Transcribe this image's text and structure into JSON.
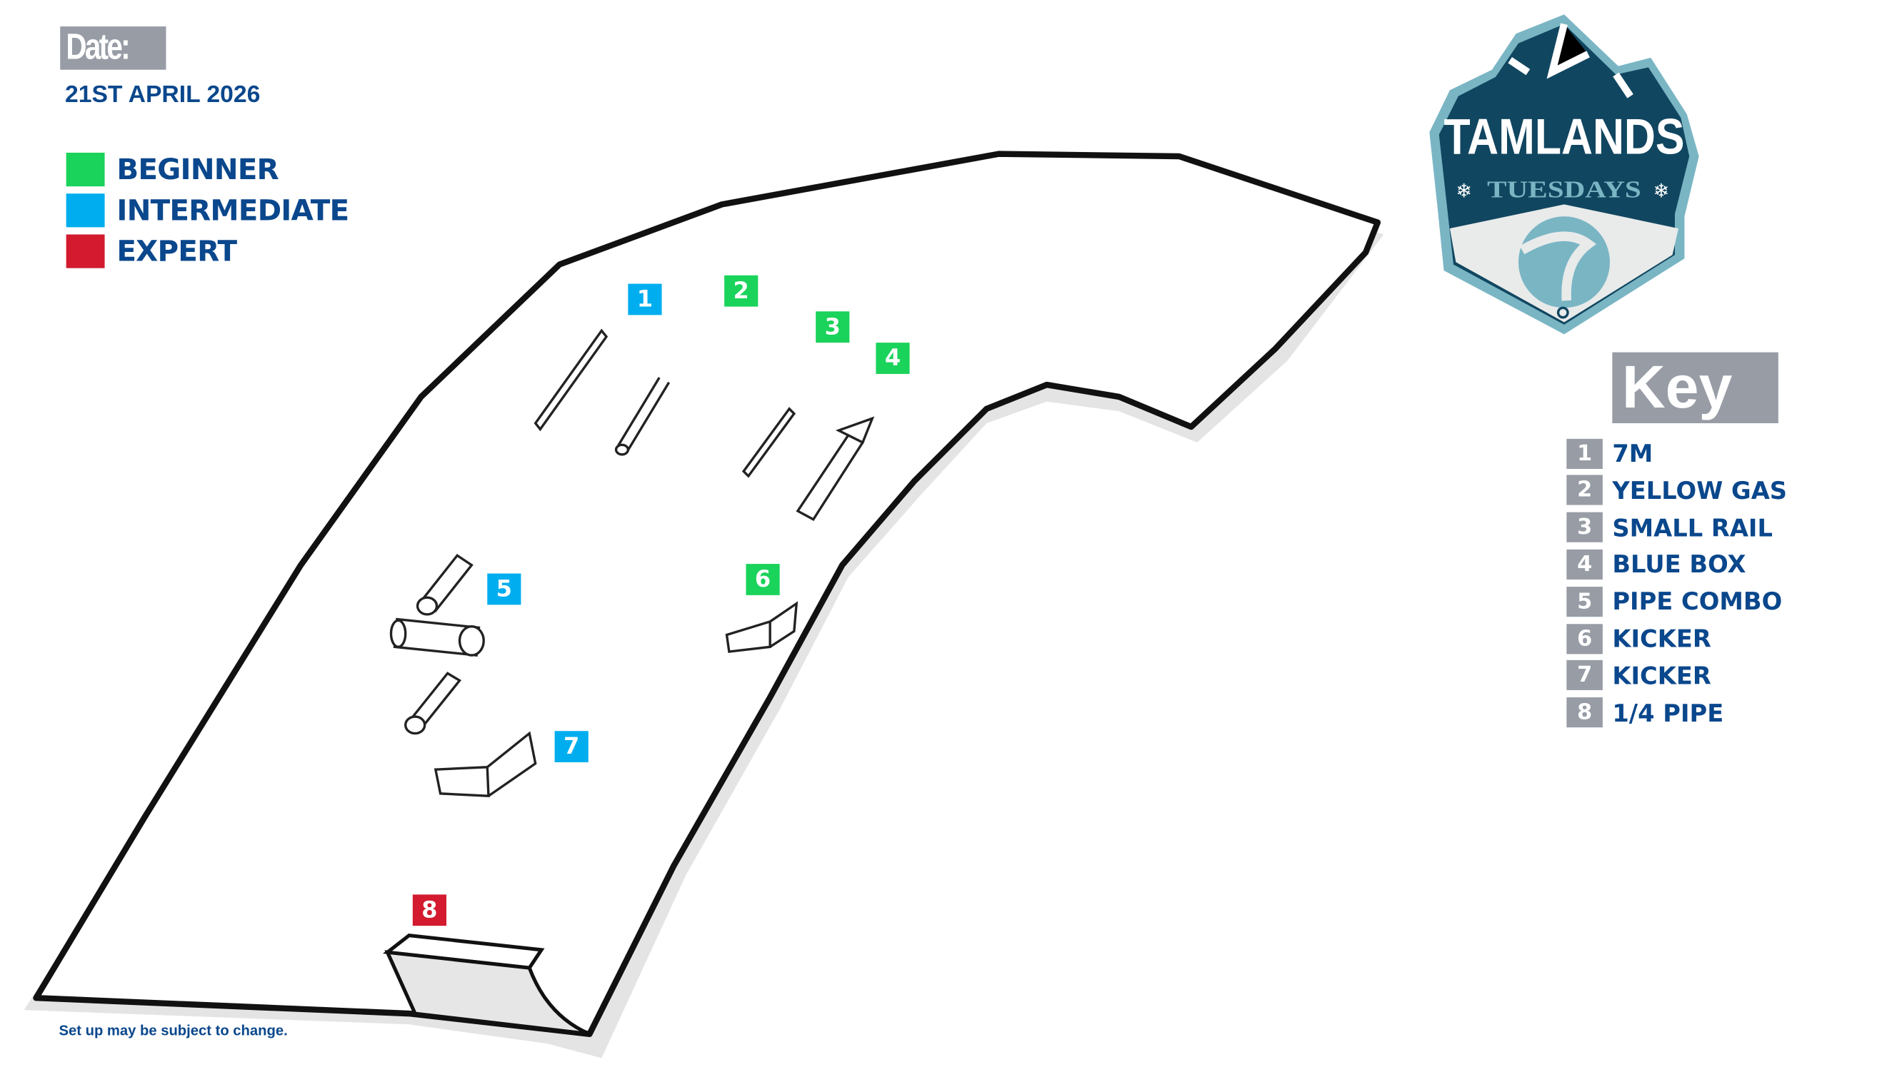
{
  "date": {
    "label": "Date:",
    "value": "21ST APRIL 2026"
  },
  "legend": [
    {
      "label": "BEGINNER",
      "color": "#1ad35a"
    },
    {
      "label": "INTERMEDIATE",
      "color": "#00aeef"
    },
    {
      "label": "EXPERT",
      "color": "#d31a2e"
    }
  ],
  "logo": {
    "title": "TAMLANDS",
    "subtitle": "TUESDAYS"
  },
  "key": {
    "title": "Key",
    "items": [
      {
        "num": "1",
        "label": "7M"
      },
      {
        "num": "2",
        "label": "YELLOW GAS"
      },
      {
        "num": "3",
        "label": "SMALL RAIL"
      },
      {
        "num": "4",
        "label": "BLUE BOX"
      },
      {
        "num": "5",
        "label": "PIPE COMBO"
      },
      {
        "num": "6",
        "label": "KICKER"
      },
      {
        "num": "7",
        "label": "KICKER"
      },
      {
        "num": "8",
        "label": "1/4 PIPE"
      }
    ]
  },
  "markers": [
    {
      "num": "1",
      "color": "#00aeef"
    },
    {
      "num": "2",
      "color": "#1ad35a"
    },
    {
      "num": "3",
      "color": "#1ad35a"
    },
    {
      "num": "4",
      "color": "#1ad35a"
    },
    {
      "num": "5",
      "color": "#00aeef"
    },
    {
      "num": "6",
      "color": "#1ad35a"
    },
    {
      "num": "7",
      "color": "#00aeef"
    },
    {
      "num": "8",
      "color": "#d31a2e"
    }
  ],
  "note": "Set up may be subject to change."
}
